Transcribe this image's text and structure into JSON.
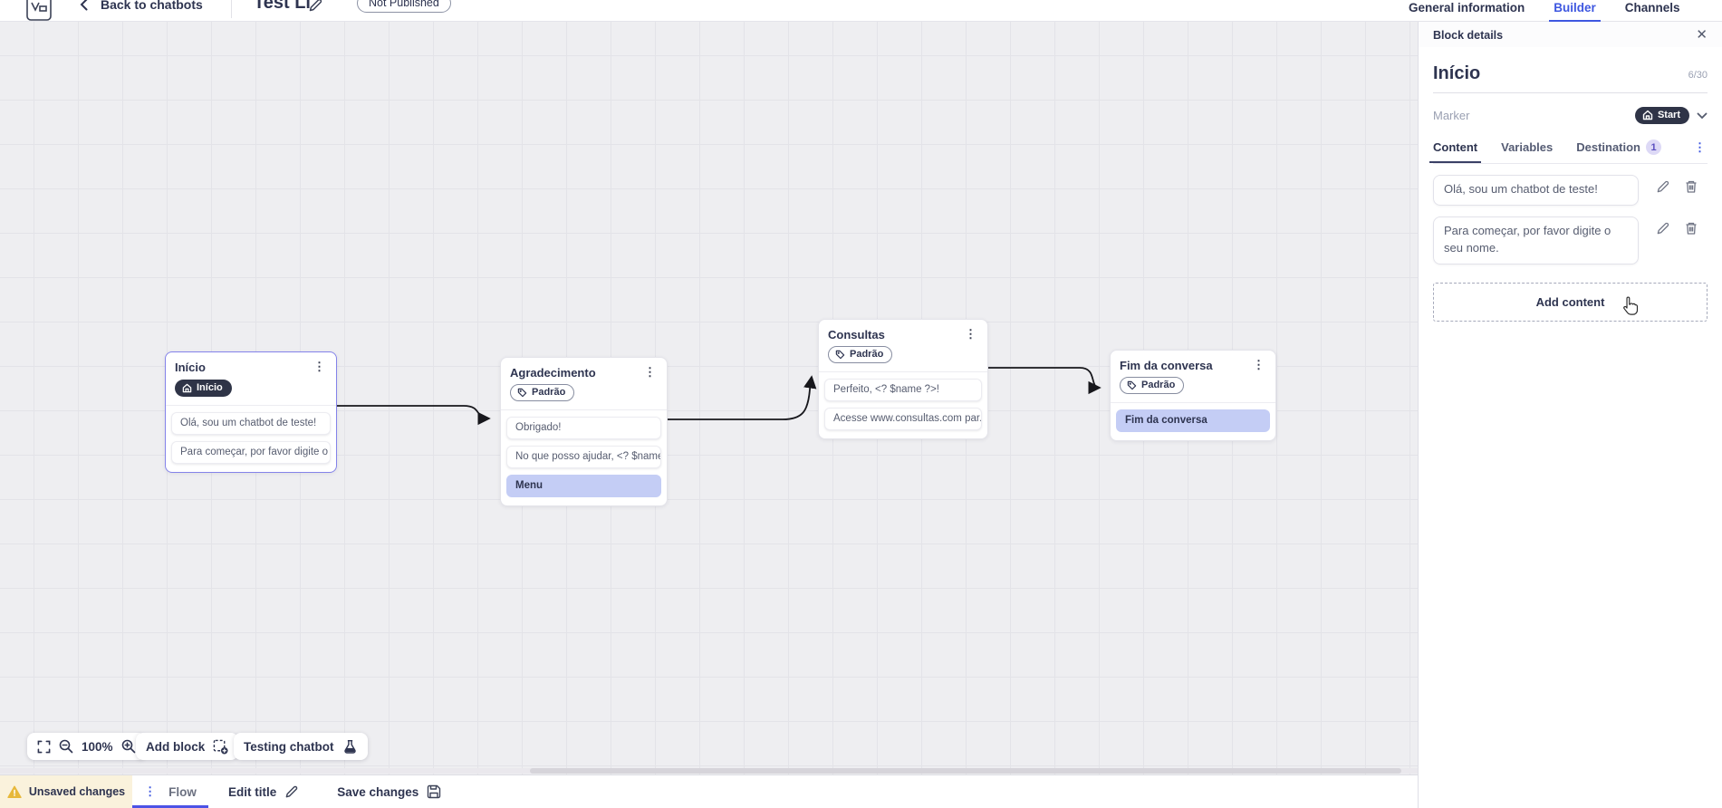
{
  "topbar": {
    "back_label": "Back to chatbots",
    "title": "Test Li",
    "status_badge": "Not Published",
    "tabs": [
      {
        "label": "General information",
        "active": false
      },
      {
        "label": "Builder",
        "active": true
      },
      {
        "label": "Channels",
        "active": false
      }
    ]
  },
  "panel": {
    "header": "Block details",
    "block_name": "Início",
    "char_counter": "6/30",
    "marker_label": "Marker",
    "marker_value": "Start",
    "tabs": [
      {
        "label": "Content",
        "active": true
      },
      {
        "label": "Variables",
        "active": false
      },
      {
        "label": "Destination",
        "active": false,
        "badge": "1"
      }
    ],
    "contents": [
      "Olá, sou um chatbot de teste!",
      "Para começar, por favor digite o seu nome."
    ],
    "add_content_label": "Add content"
  },
  "canvas": {
    "zoom_level": "100%",
    "add_block_label": "Add block",
    "testing_chatbot_label": "Testing chatbot",
    "blocks": [
      {
        "title": "Início",
        "marker_label": "Início",
        "selected": true,
        "rows": [
          {
            "text": "Olá, sou um chatbot de teste!",
            "highlight": false
          },
          {
            "text": "Para começar, por favor digite o ...",
            "highlight": false
          }
        ]
      },
      {
        "title": "Agradecimento",
        "tag": "Padrão",
        "rows": [
          {
            "text": "Obrigado!",
            "highlight": false
          },
          {
            "text": "No que posso ajudar, <? $name ...",
            "highlight": false
          },
          {
            "text": "Menu",
            "highlight": true
          }
        ]
      },
      {
        "title": "Consultas",
        "tag": "Padrão",
        "rows": [
          {
            "text": "Perfeito, <? $name ?>!",
            "highlight": false
          },
          {
            "text": "Acesse www.consultas.com par...",
            "highlight": false
          }
        ]
      },
      {
        "title": "Fim da conversa",
        "tag": "Padrão",
        "rows": [
          {
            "text": "Fim da conversa",
            "highlight": true
          }
        ]
      }
    ]
  },
  "bottombar": {
    "unsaved_label": "Unsaved changes",
    "flow_tab_label": "Flow",
    "edit_title_label": "Edit title",
    "save_label": "Save changes"
  },
  "colors": {
    "accent_blue": "#3E57E0",
    "dark_badge": "#2F3447",
    "highlight_row": "#C4CDF5",
    "selected_block_border": "#8483EA",
    "warning_yellow": "#E7B83A",
    "canvas_bg": "#EEEEF1"
  }
}
